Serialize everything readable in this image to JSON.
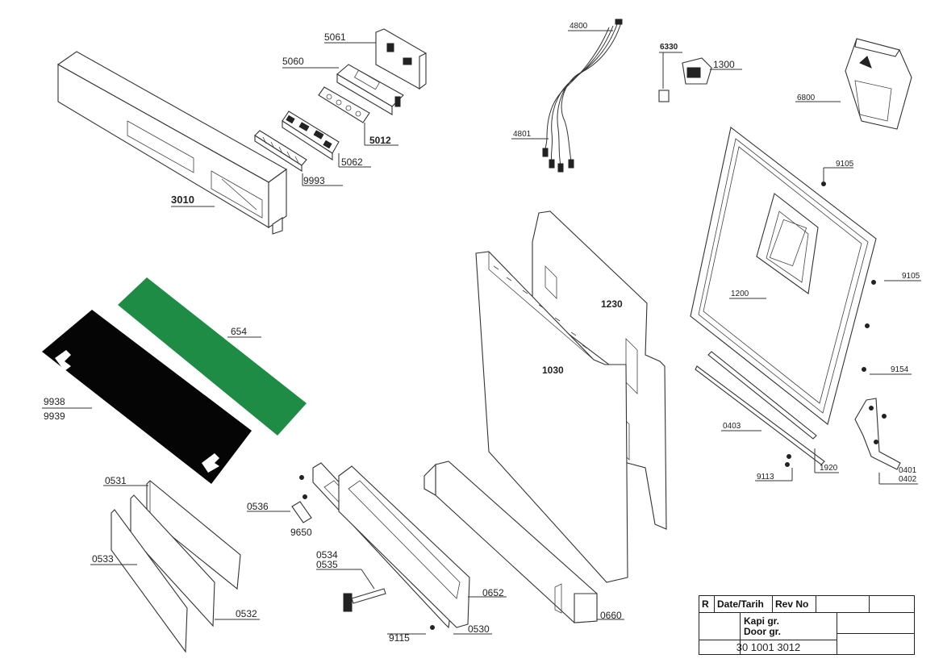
{
  "title_block": {
    "col_r": "R",
    "col_date": "Date/Tarih",
    "col_rev": "Rev No",
    "name_tr": "Kapi gr.",
    "name_en": "Door gr.",
    "code": "30 1001 3012"
  },
  "labels": {
    "p5061": "5061",
    "p5060": "5060",
    "p5012": "5012",
    "p5062": "5062",
    "p9993": "9993",
    "p3010": "3010",
    "p4800": "4800",
    "p4801": "4801",
    "p6330": "6330",
    "p1300": "1300",
    "p6800": "6800",
    "p9105a": "9105",
    "p9105b": "9105",
    "p1200": "1200",
    "p9154": "9154",
    "p1230": "1230",
    "p1030": "1030",
    "p654": "654",
    "p9938": "9938",
    "p9939": "9939",
    "p0531": "0531",
    "p0533": "0533",
    "p0532": "0532",
    "p0536": "0536",
    "p9650": "9650",
    "p0534": "0534",
    "p0535": "0535",
    "p0652": "0652",
    "p0530": "0530",
    "p9115": "9115",
    "p0660": "0660",
    "p0403": "0403",
    "p1920": "1920",
    "p9113": "9113",
    "p0401": "0401",
    "p0402": "0402"
  },
  "colors": {
    "insulation_green": "#1e8c45",
    "insulation_black": "#050505",
    "line": "#333333"
  }
}
